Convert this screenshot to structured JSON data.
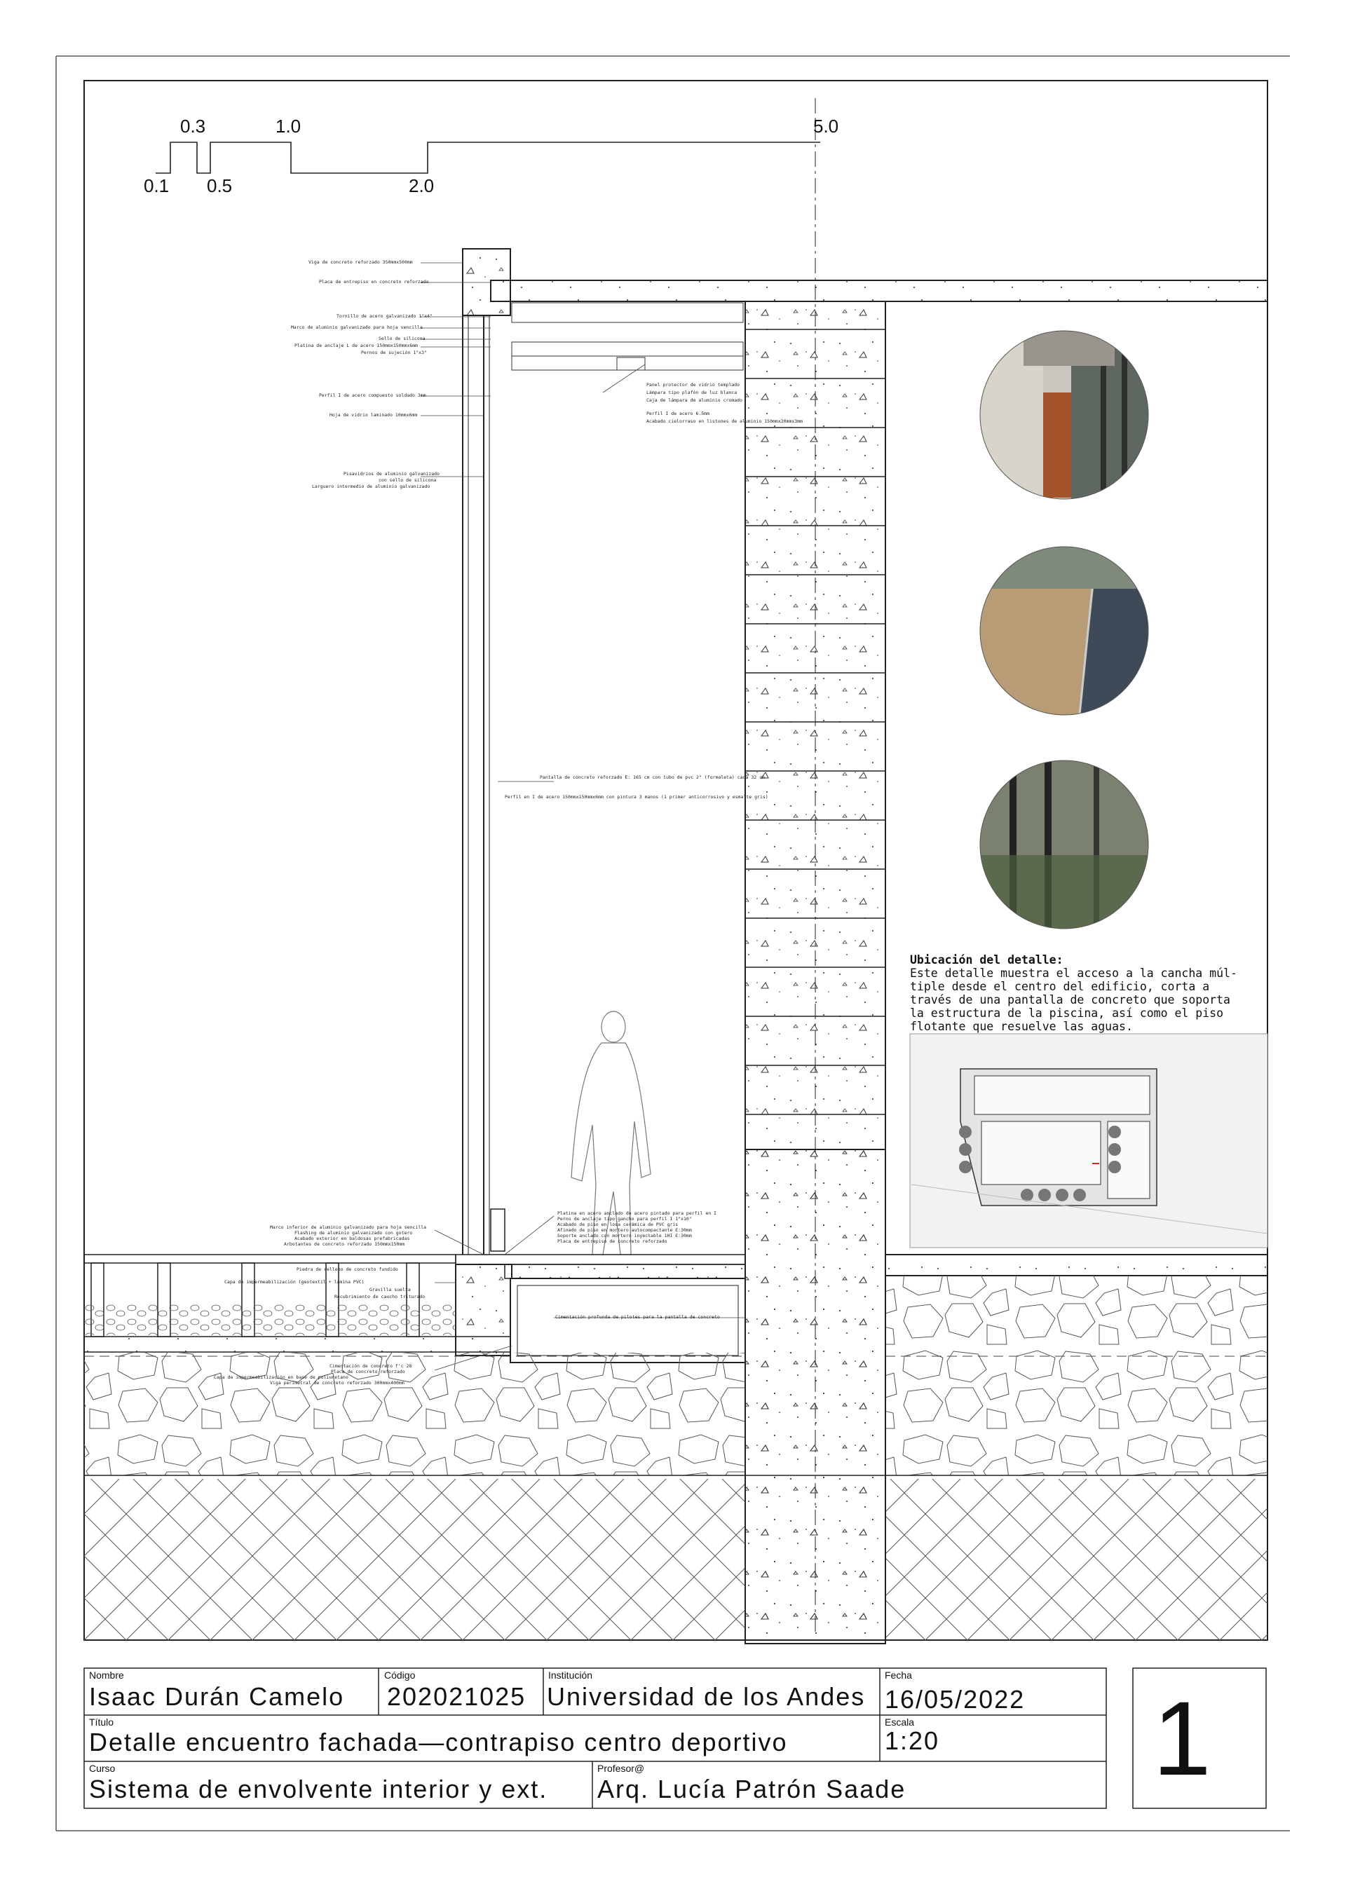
{
  "scale_bar": {
    "labels_top": [
      "0.3",
      "1.0",
      "5.0"
    ],
    "labels_bottom": [
      "0.1",
      "0.5",
      "2.0"
    ]
  },
  "detail_description": {
    "heading": "Ubicación del detalle:",
    "lines": [
      "Este detalle muestra el acceso a la cancha múl-",
      "tiple desde el centro del edificio, corta a",
      "través de una pantalla de concreto que soporta",
      "la estructura de la piscina, así como el piso",
      "flotante que resuelve las aguas."
    ]
  },
  "photos": [
    {
      "subject": "interior corridor with timber wall and glazed facade"
    },
    {
      "subject": "exterior paving meeting glass facade"
    },
    {
      "subject": "glass facade with vegetation"
    }
  ],
  "title_block": {
    "nombre_label": "Nombre",
    "nombre": "Isaac Durán Camelo",
    "codigo_label": "Código",
    "codigo": "202021025",
    "institucion_label": "Institución",
    "institucion": "Universidad de los Andes",
    "fecha_label": "Fecha",
    "fecha": "16/05/2022",
    "titulo_label": "Título",
    "titulo": "Detalle encuentro fachada—contrapiso centro deportivo",
    "escala_label": "Escala",
    "escala": "1:20",
    "curso_label": "Curso",
    "curso": "Sistema de envolvente interior y ext.",
    "profesor_label": "Profesor@",
    "profesor": "Arq. Lucía Patrón Saade",
    "sheet_number": "1"
  },
  "annotations": {
    "upper_left": [
      "Viga de concreto reforzado 350mmx500mm",
      "Placa de entrepiso en concreto reforzado",
      "Tornillo de acero galvanizado 1\"x4\"",
      "Marco de aluminio galvanizado para hoja sencilla",
      "Sello de silicona",
      "Platina de anclaje L de acero 150mmx150mmx6mm",
      "Pernos de sujeción 1\"x3\"",
      "Perfil I de acero compuesto soldado 3mm",
      "Hoja de vidrio laminado 10mmx6mm",
      "Pisavidrios de aluminio galvanizado",
      "con sello de silicona",
      "Larguero intermedio de aluminio galvanizado"
    ],
    "ceiling": [
      "Panel protector de vidrio templado",
      "Lámpara tipo plafón de luz blanca",
      "Caja de lámpara de aluminio cromado",
      "Perfil I de acero 6.5mm",
      "Acabado cielorraso en listones de aluminio 150mmx20mmx3mm"
    ],
    "wall": [
      "Pantalla de concreto reforzado E: 165 cm con tubo de pvc 2\" (formaleta) cada 32 cm",
      "Perfil en I de acero 150mmx150mmx6mm con pintura 3 manos (1 primer anticorrosivo y esmalte gris)"
    ],
    "lower_right": [
      "Platina en acero anclado de acero pintado para perfil en I",
      "Perno de anclaje tipo gancho para perfil I 1\"x10\"",
      "Acabado de piso en losa cerámica de PVC gris",
      "Afinado de piso en mortero autocompactante E:30mm",
      "Soporte anclado con mortero inyectable 1HI E:30mm",
      "Placa de entrepiso de concreto reforzado"
    ],
    "lower_left": [
      "Marco inferior de aluminio galvanizado para hoja sencilla",
      "Flashing de aluminio galvanizado con gotero",
      "Acabado exterior en baldosas prefabricadas",
      "Arbotantes de concreto reforzado 150mmx150mm",
      "Piedra de relleno de concreto fundido",
      "Capa de impermeabilización (geotextil + lámina PVC)",
      "Gravilla suelta",
      "Recubrimiento de caucho triturado",
      "Cimentación de concreto f'c 28",
      "Placa de concreto reforzado",
      "Capa de impermeabilización en base de poliuretano",
      "Viga perimetral de concreto reforzado 300mmx400mm",
      "Cimentación profunda de pilotes para la pantalla de concreto"
    ]
  }
}
